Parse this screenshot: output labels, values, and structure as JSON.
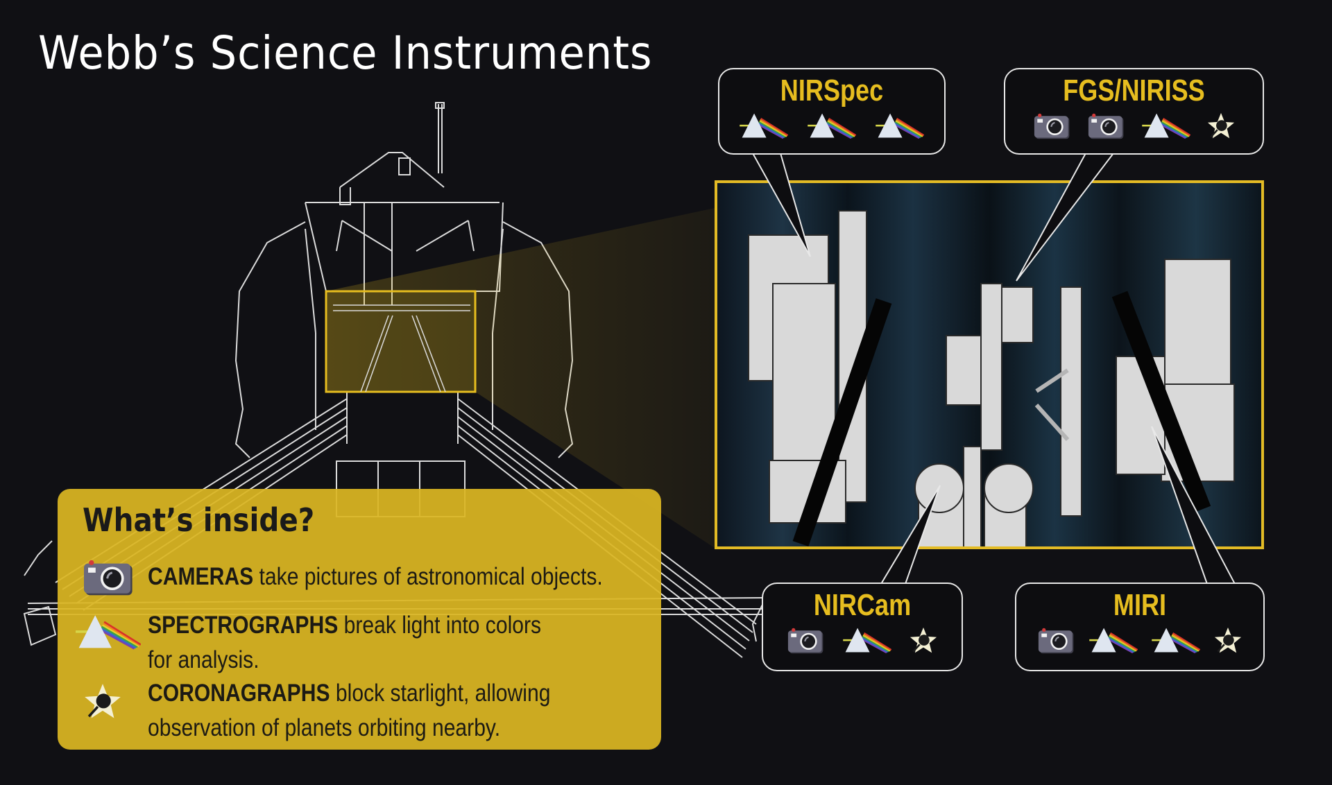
{
  "title": "Webb’s Science Instruments",
  "colors": {
    "background": "#101014",
    "accent_yellow": "#e6bd1f",
    "legend_panel": "#d4b126",
    "outline": "#e8e8e8"
  },
  "instruments": [
    {
      "name": "NIRSpec",
      "icons": [
        "prism-icon",
        "prism-icon",
        "prism-icon"
      ]
    },
    {
      "name": "FGS/NIRISS",
      "icons": [
        "camera-icon",
        "camera-icon",
        "prism-icon",
        "coronagraph-star-icon"
      ]
    },
    {
      "name": "NIRCam",
      "icons": [
        "camera-icon",
        "prism-icon",
        "coronagraph-star-icon"
      ]
    },
    {
      "name": "MIRI",
      "icons": [
        "camera-icon",
        "prism-icon",
        "prism-icon",
        "coronagraph-star-icon"
      ]
    }
  ],
  "legend": {
    "heading": "What’s inside?",
    "items": [
      {
        "icon": "camera-icon",
        "term": "CAMERAS",
        "description": " take pictures of astronomical objects.",
        "line2": ""
      },
      {
        "icon": "prism-icon",
        "term": "SPECTROGRAPHS",
        "description": " break light into colors",
        "line2": "for analysis."
      },
      {
        "icon": "coronagraph-star-icon",
        "term": "CORONAGRAPHS",
        "description": " block starlight, allowing",
        "line2": "observation of planets orbiting nearby."
      }
    ]
  }
}
